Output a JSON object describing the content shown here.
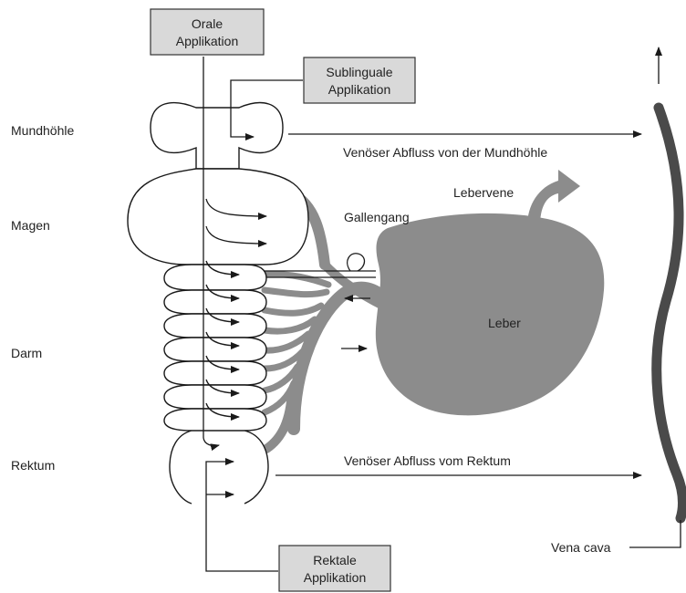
{
  "boxes": {
    "oral": {
      "line1": "Orale",
      "line2": "Applikation"
    },
    "sublingual": {
      "line1": "Sublinguale",
      "line2": "Applikation"
    },
    "rectal": {
      "line1": "Rektale",
      "line2": "Applikation"
    }
  },
  "labels": {
    "mouth": "Mundhöhle",
    "stomach": "Magen",
    "intestine": "Darm",
    "rectum": "Rektum",
    "mouth_drainage": "Venöser Abfluss von der Mundhöhle",
    "liver_vein": "Lebervene",
    "bile_duct": "Gallengang",
    "liver": "Leber",
    "rectum_drainage": "Venöser Abfluss vom Rektum",
    "vena_cava": "Vena cava"
  },
  "colors": {
    "vessel_gray": "#8c8c8c",
    "vena_cava": "#4a4a4a",
    "box_fill": "#d9d9d9",
    "outline": "#1a1a1a"
  }
}
